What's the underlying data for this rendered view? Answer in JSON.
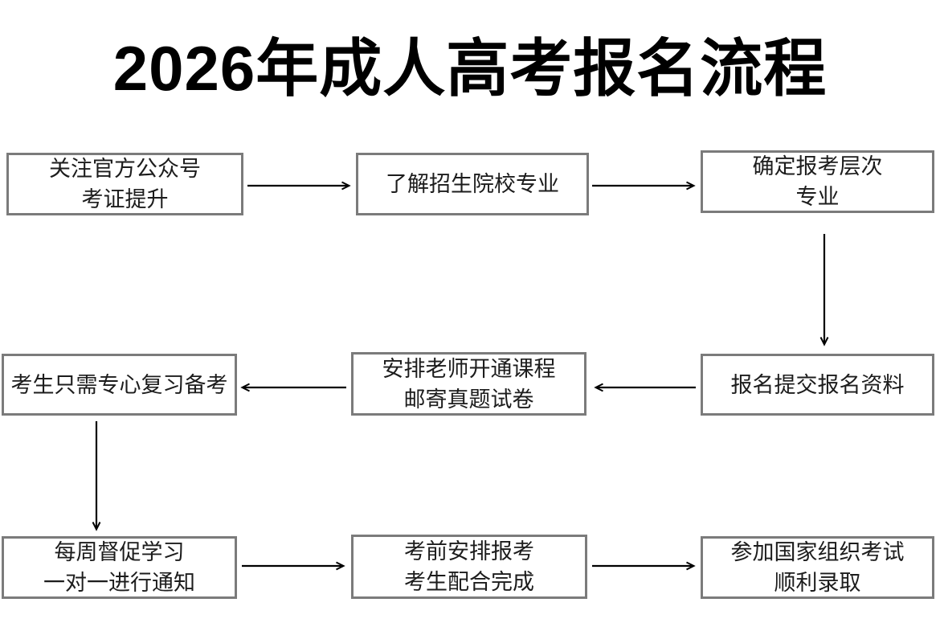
{
  "title": "2026年成人高考报名流程",
  "flowchart": {
    "nodes": {
      "n1": {
        "line1": "关注官方公众号",
        "line2": "考证提升"
      },
      "n2": {
        "line1": "了解招生院校专业",
        "line2": ""
      },
      "n3": {
        "line1": "确定报考层次",
        "line2": "专业"
      },
      "n4": {
        "line1": "考生只需专心复习备考",
        "line2": ""
      },
      "n5": {
        "line1": "安排老师开通课程",
        "line2": "邮寄真题试卷"
      },
      "n6": {
        "line1": "报名提交报名资料",
        "line2": ""
      },
      "n7": {
        "line1": "每周督促学习",
        "line2": "一对一进行通知"
      },
      "n8": {
        "line1": "考前安排报考",
        "line2": "考生配合完成"
      },
      "n9": {
        "line1": "参加国家组织考试",
        "line2": "顺利录取"
      }
    },
    "connections": [
      {
        "from": "n1",
        "to": "n2"
      },
      {
        "from": "n2",
        "to": "n3"
      },
      {
        "from": "n3",
        "to": "n6"
      },
      {
        "from": "n6",
        "to": "n5"
      },
      {
        "from": "n5",
        "to": "n4"
      },
      {
        "from": "n4",
        "to": "n7"
      },
      {
        "from": "n7",
        "to": "n8"
      },
      {
        "from": "n8",
        "to": "n9"
      }
    ],
    "colors": {
      "background": "#ffffff",
      "title_text": "#000000",
      "box_border": "#7b7b7b",
      "box_text": "#1c1c1c",
      "arrow": "#000000"
    }
  }
}
